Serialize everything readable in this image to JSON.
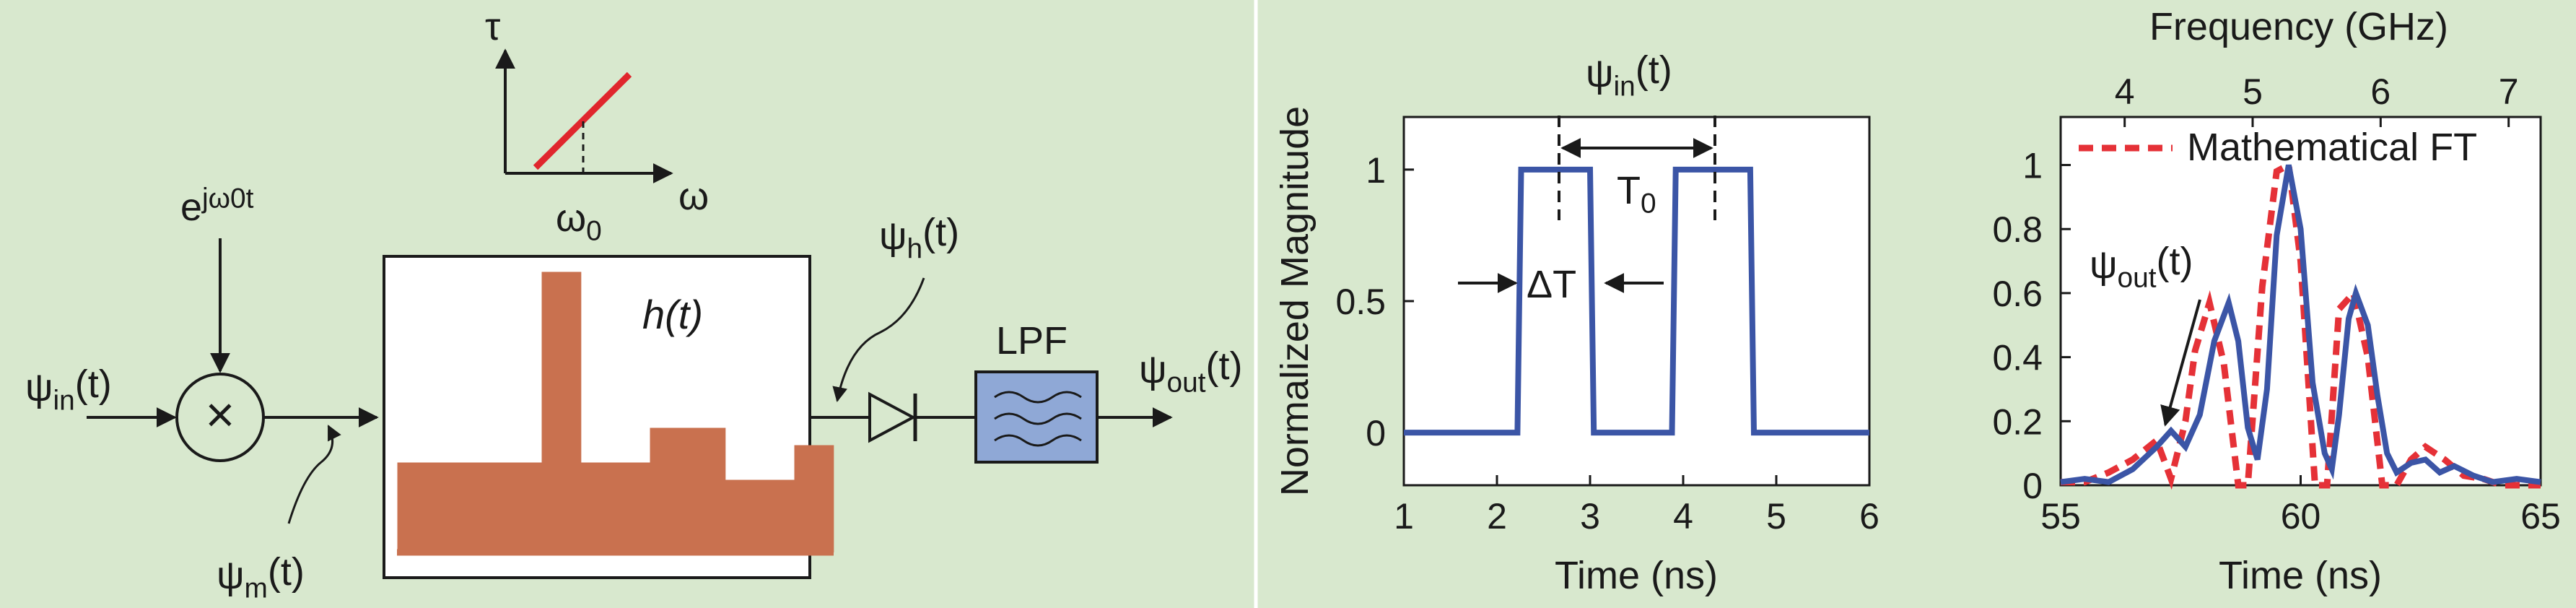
{
  "colors": {
    "background": "#d8e8ce",
    "signal": "#3b55a6",
    "filter_response": "#c9714f",
    "reference": "#e53137",
    "chirp_line": "#e0262d",
    "lpf_fill": "#8fa8d6"
  },
  "schematic": {
    "input_label": "ψin(t)",
    "lo_label": "ejω0t",
    "mixer_label": "×",
    "mixed_label": "ψm(t)",
    "filter_label": "h(t)",
    "filtered_label": "ψh(t)",
    "lpf_label": "LPF",
    "output_label": "ψout(t)",
    "inset": {
      "y_axis": "τ",
      "x_axis": "ω",
      "marker": "ω0"
    },
    "icons": [
      "diode-icon",
      "filter-waves-icon",
      "arrow-icon"
    ],
    "impulse_levels": [
      0.5,
      0.5,
      0.5,
      0.5,
      1.6,
      0.5,
      0.5,
      0.7,
      0.7,
      0.4,
      0.4,
      0.6
    ]
  },
  "chart_data": [
    {
      "type": "line",
      "title": "ψin(t)",
      "xlabel": "Time (ns)",
      "ylabel": "Normalized Magnitude",
      "xlim": [
        1,
        6
      ],
      "ylim": [
        -0.2,
        1.2
      ],
      "xticks": [
        "1",
        "2",
        "3",
        "4",
        "5",
        "6"
      ],
      "yticks": [
        "0",
        "0.5",
        "1"
      ],
      "series": [
        {
          "x": [
            1,
            2.22,
            2.26,
            3.0,
            3.04,
            3.88,
            3.92,
            4.72,
            4.76,
            6
          ],
          "y": [
            0,
            0,
            1,
            1,
            0,
            0,
            1,
            1,
            0,
            0
          ]
        }
      ],
      "annotations": {
        "width": "ΔT",
        "period": "T0"
      },
      "grid": false
    },
    {
      "type": "line",
      "xlabel": "Time (ns)",
      "x2label": "Frequency (GHz)",
      "xlim": [
        55,
        65
      ],
      "x2lim": [
        3.5,
        7.25
      ],
      "ylim": [
        0,
        1.15
      ],
      "xticks": [
        "55",
        "60",
        "65"
      ],
      "x2ticks": [
        "4",
        "5",
        "6",
        "7"
      ],
      "yticks": [
        "0",
        "0.2",
        "0.4",
        "0.6",
        "0.8",
        "1"
      ],
      "legend": {
        "label": "Mathematical FT",
        "position": "top"
      },
      "curve_label": "ψout(t)",
      "series": [
        {
          "style": "solid",
          "x": [
            55,
            55.5,
            56,
            56.5,
            57,
            57.3,
            57.6,
            57.9,
            58.2,
            58.5,
            58.7,
            58.9,
            59.1,
            59.3,
            59.5,
            59.75,
            60.0,
            60.25,
            60.5,
            60.65,
            60.8,
            61.0,
            61.15,
            61.4,
            61.6,
            61.8,
            62.0,
            62.3,
            62.6,
            62.9,
            63.2,
            63.6,
            64.0,
            64.5,
            65
          ],
          "y": [
            0.01,
            0.02,
            0.01,
            0.05,
            0.12,
            0.17,
            0.12,
            0.22,
            0.45,
            0.57,
            0.45,
            0.18,
            0.08,
            0.3,
            0.78,
            1.0,
            0.8,
            0.32,
            0.1,
            0.05,
            0.22,
            0.52,
            0.6,
            0.5,
            0.28,
            0.1,
            0.04,
            0.07,
            0.08,
            0.04,
            0.06,
            0.03,
            0.01,
            0.02,
            0.01
          ]
        },
        {
          "name": "Mathematical FT",
          "style": "dashed",
          "x": [
            55,
            55.5,
            56,
            56.5,
            57,
            57.3,
            57.6,
            57.8,
            58.1,
            58.4,
            58.7,
            58.9,
            59.2,
            59.5,
            59.75,
            60.0,
            60.3,
            60.55,
            60.8,
            61.1,
            61.4,
            61.7,
            62.0,
            62.3,
            62.6,
            63.0,
            63.4,
            63.8,
            64.2,
            64.6,
            65
          ],
          "y": [
            0.01,
            0.01,
            0.04,
            0.08,
            0.14,
            0.02,
            0.2,
            0.42,
            0.57,
            0.38,
            0.0,
            0.0,
            0.62,
            0.98,
            1.0,
            0.7,
            0.0,
            0.0,
            0.55,
            0.6,
            0.4,
            0.0,
            0.0,
            0.08,
            0.12,
            0.08,
            0.03,
            0.02,
            0.0,
            0.0,
            0.0
          ]
        }
      ],
      "grid": false
    }
  ]
}
